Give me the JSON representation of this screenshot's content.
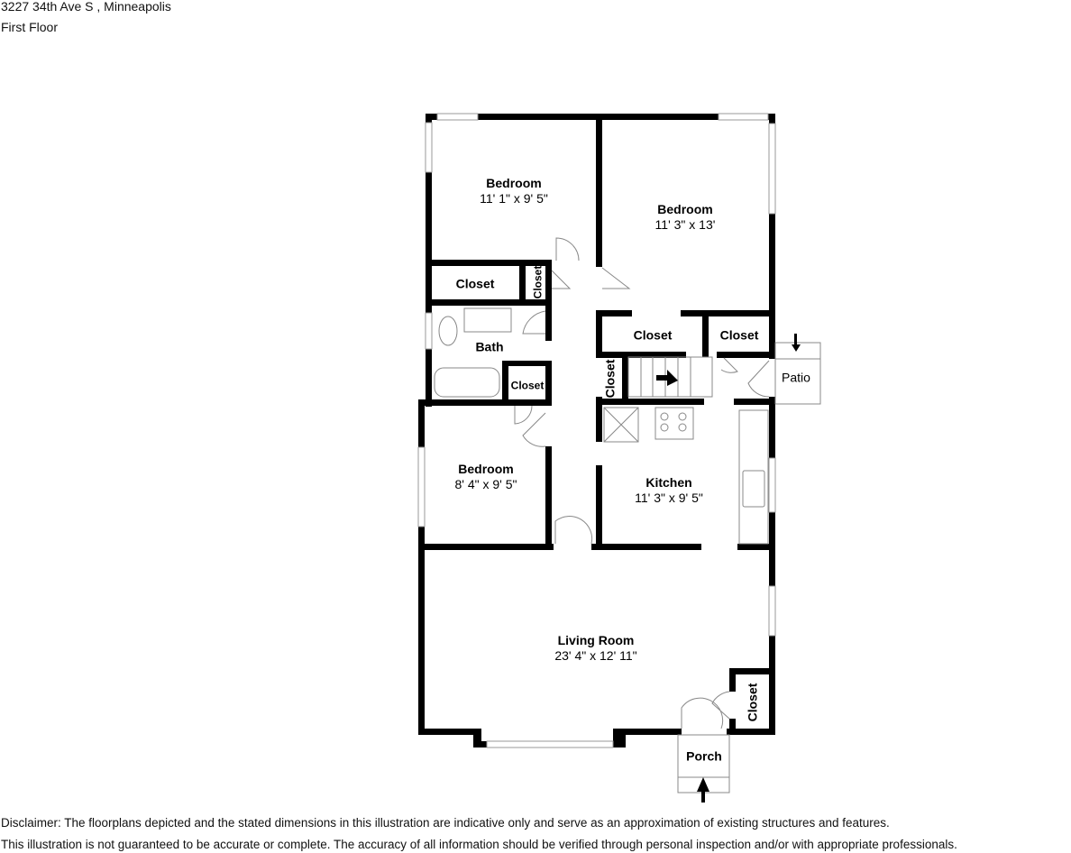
{
  "header": {
    "address": "3227 34th Ave S , Minneapolis",
    "floor": "First Floor"
  },
  "rooms": [
    {
      "id": "bedroom-1",
      "name": "Bedroom",
      "dimensions": "11' 1\" x 9' 5\""
    },
    {
      "id": "bedroom-2",
      "name": "Bedroom",
      "dimensions": "11' 3\" x 13'"
    },
    {
      "id": "bedroom-3",
      "name": "Bedroom",
      "dimensions": "8' 4\" x 9' 5\""
    },
    {
      "id": "kitchen",
      "name": "Kitchen",
      "dimensions": "11' 3\" x 9' 5\""
    },
    {
      "id": "living-room",
      "name": "Living Room",
      "dimensions": "23' 4\" x 12' 11\""
    },
    {
      "id": "bath",
      "name": "Bath"
    },
    {
      "id": "closet-1",
      "name": "Closet"
    },
    {
      "id": "closet-2",
      "name": "Closet"
    },
    {
      "id": "closet-3",
      "name": "Closet"
    },
    {
      "id": "closet-4",
      "name": "Closet"
    },
    {
      "id": "closet-5",
      "name": "Closet"
    },
    {
      "id": "closet-6",
      "name": "Closet"
    },
    {
      "id": "closet-7",
      "name": "Closet"
    },
    {
      "id": "patio",
      "name": "Patio"
    },
    {
      "id": "porch",
      "name": "Porch"
    }
  ],
  "disclaimer": {
    "line1": "Disclaimer: The floorplans depicted and the stated dimensions in this illustration are indicative only and serve as an approximation of existing structures and features.",
    "line2": "This illustration is not guaranteed to be accurate or complete. The accuracy of all information should be verified through personal inspection and/or with appropriate professionals."
  }
}
